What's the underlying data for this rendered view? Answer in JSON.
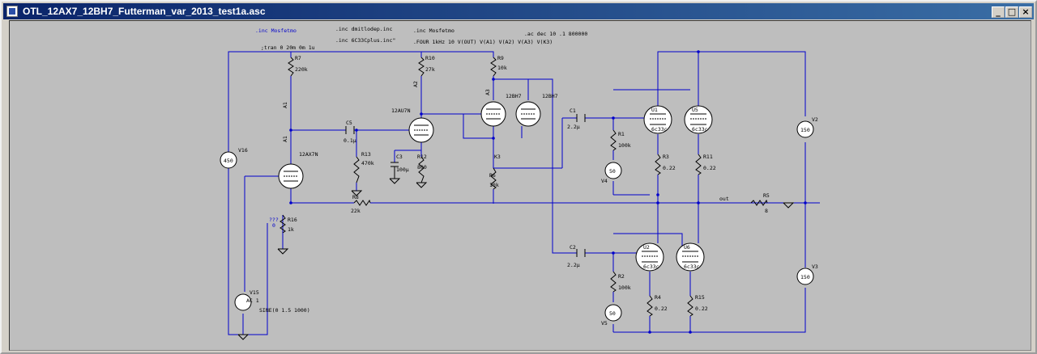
{
  "window": {
    "title": "OTL_12AX7_12BH7_Futterman_var_2013_test1a.asc",
    "buttons": {
      "minimize": "_",
      "maximize": "□",
      "close": "×"
    }
  },
  "directives": {
    "inc1": ".inc Mosfetmo",
    "inc2": ".inc dmitlodep.inc",
    "inc3": ".inc 6C33Cplus.inc\"",
    "inc4": ".inc Mosfetmo",
    "four": ".FOUR 1kHz 10 V(OUT) V(A1) V(A2)  V(A3) V(K3)",
    "ac": ".ac dec 10 .1 800000",
    "tran": ";tran 0 20m 0m 1u",
    "sine": "SINE(0 1.5 1000)",
    "ac1": "AC 1",
    "qmark": "???",
    "qmark2": "0"
  },
  "components": [
    {
      "ref": "R7",
      "value": "220k"
    },
    {
      "ref": "R10",
      "value": "27k"
    },
    {
      "ref": "R9",
      "value": "10k"
    },
    {
      "ref": "C5",
      "value": "0.1µ"
    },
    {
      "ref": "R13",
      "value": "470k"
    },
    {
      "ref": "C3",
      "value": "100µ"
    },
    {
      "ref": "R12",
      "value": "800"
    },
    {
      "ref": "R6",
      "value": "10k"
    },
    {
      "ref": "R8",
      "value": "22k"
    },
    {
      "ref": "R16",
      "value": "1k"
    },
    {
      "ref": "C1",
      "value": "2.2µ"
    },
    {
      "ref": "C2",
      "value": "2.2µ"
    },
    {
      "ref": "R1",
      "value": "100k"
    },
    {
      "ref": "R2",
      "value": "100k"
    },
    {
      "ref": "R3",
      "value": "0.22"
    },
    {
      "ref": "R4",
      "value": "0.22"
    },
    {
      "ref": "R11",
      "value": "0.22"
    },
    {
      "ref": "R15",
      "value": "0.22"
    },
    {
      "ref": "R5",
      "value": "8"
    },
    {
      "ref": "U1",
      "value": "6c33c"
    },
    {
      "ref": "U2",
      "value": "6c33c"
    },
    {
      "ref": "U5",
      "value": "6c33c"
    },
    {
      "ref": "U6",
      "value": "6c33c"
    },
    {
      "ref": "V16",
      "value": "450"
    },
    {
      "ref": "V15",
      "value": ""
    },
    {
      "ref": "V2",
      "value": "150"
    },
    {
      "ref": "V3",
      "value": "150"
    },
    {
      "ref": "V4",
      "value": "50"
    },
    {
      "ref": "V5",
      "value": "50"
    }
  ],
  "tubes": {
    "t1": "12AX7N",
    "t2": "12AU7N",
    "t3": "12BH7",
    "t4": "12BH7"
  },
  "nets": {
    "a1": "A1",
    "a1b": "A1",
    "a2": "A2",
    "a3": "A3",
    "k3": "K3",
    "out": "out"
  }
}
